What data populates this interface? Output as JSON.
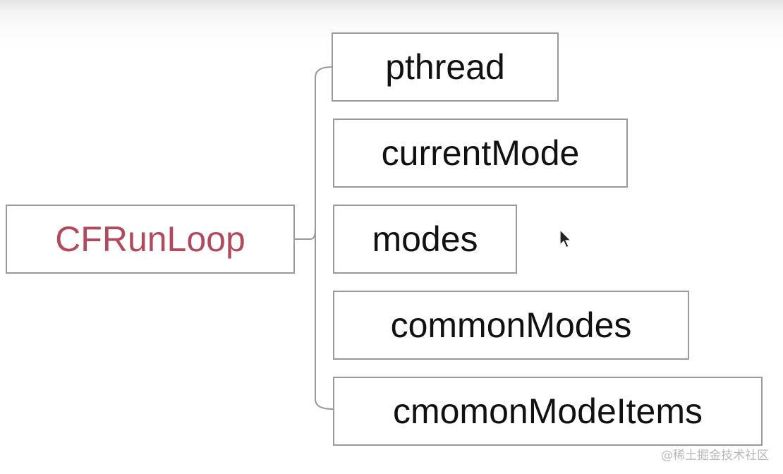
{
  "diagram": {
    "root": {
      "label": "CFRunLoop",
      "color": "#b24a5e"
    },
    "children": [
      {
        "label": "pthread"
      },
      {
        "label": "currentMode"
      },
      {
        "label": "modes"
      },
      {
        "label": "commonModes"
      },
      {
        "label": "cmomonModeItems"
      }
    ],
    "line_color": "#9a9a9a"
  },
  "watermark": {
    "text": "@稀土掘金技术社区"
  }
}
